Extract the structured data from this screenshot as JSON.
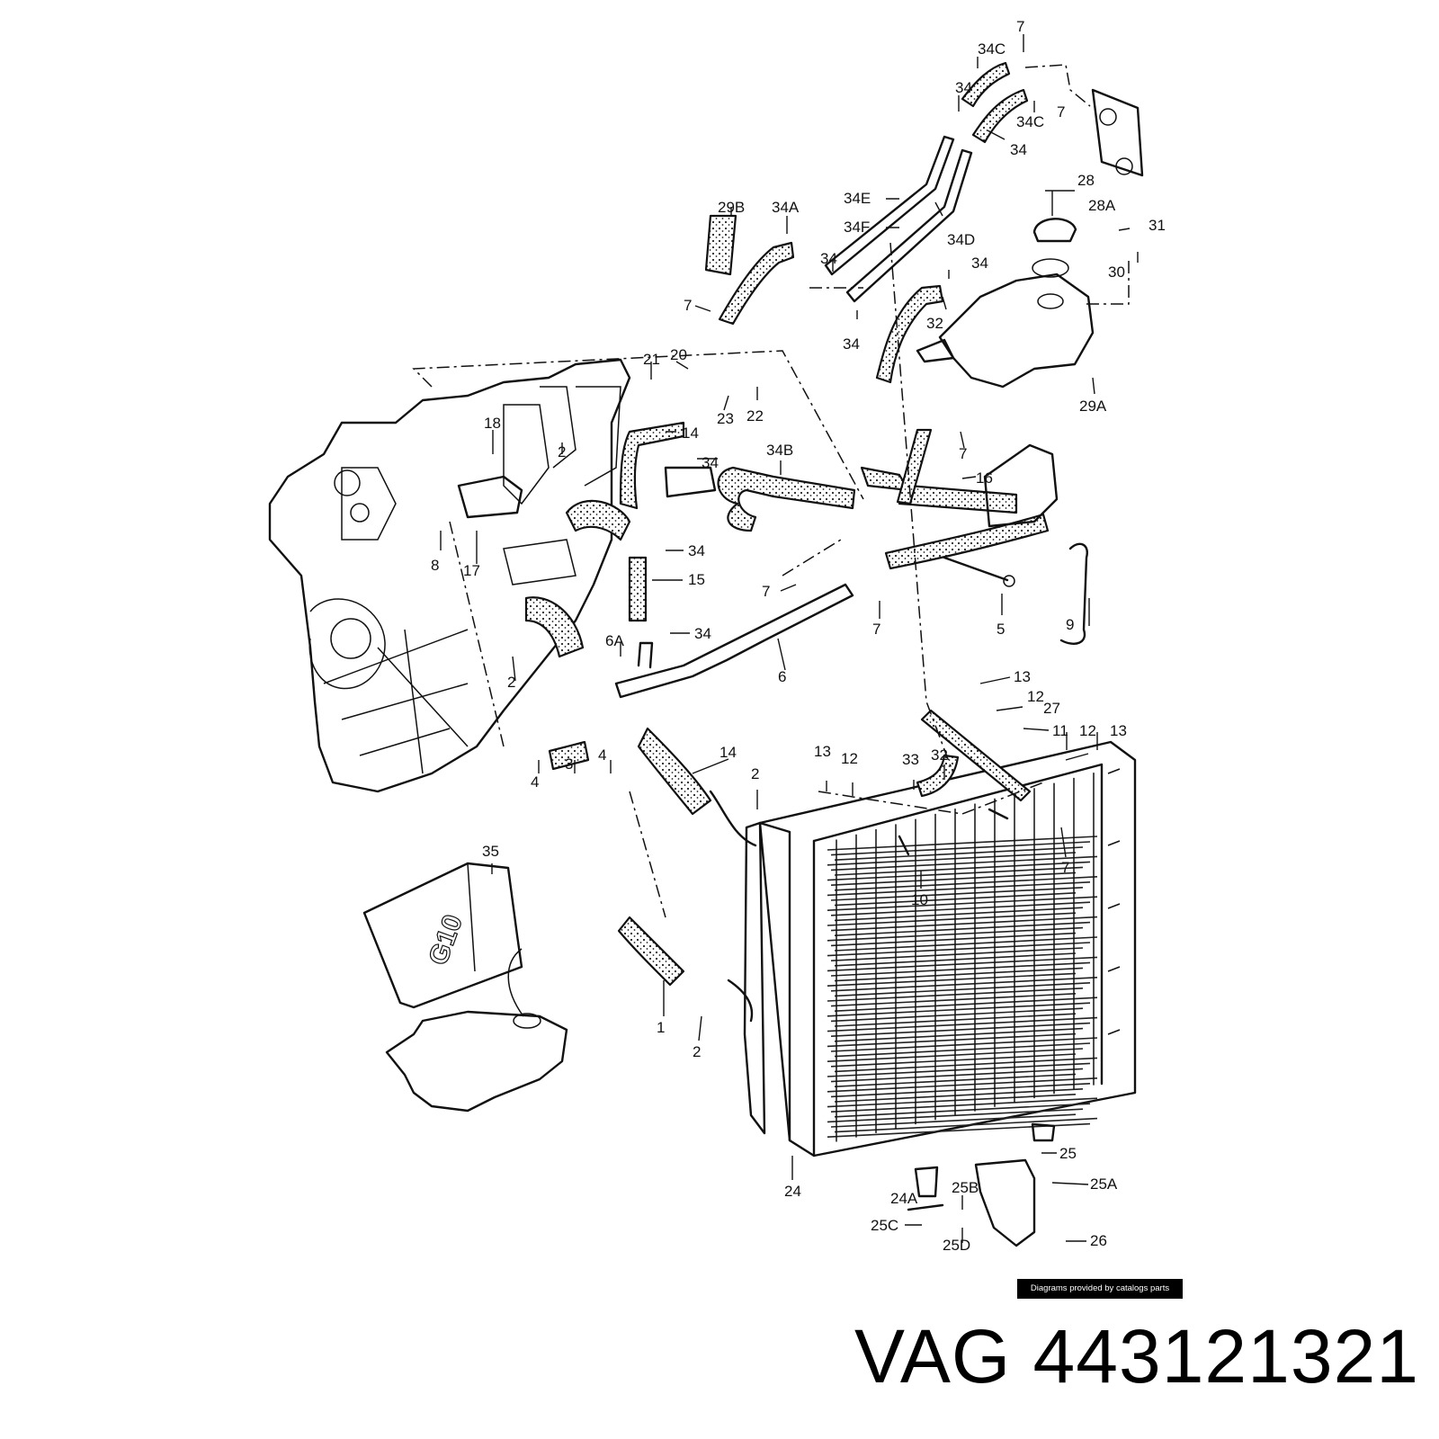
{
  "callouts": [
    "7",
    "34C",
    "34",
    "7",
    "34C",
    "34",
    "28",
    "28A",
    "31",
    "34E",
    "34F",
    "34D",
    "29B",
    "34A",
    "34",
    "34",
    "30",
    "32",
    "34",
    "7",
    "21",
    "20",
    "29A",
    "22",
    "23",
    "18",
    "2",
    "14",
    "34",
    "34B",
    "7",
    "16",
    "8",
    "17",
    "34",
    "15",
    "7",
    "7",
    "5",
    "9",
    "34",
    "6A",
    "6",
    "2",
    "13",
    "12",
    "27",
    "11",
    "12",
    "13",
    "4",
    "3",
    "4",
    "14",
    "13",
    "12",
    "33",
    "32",
    "2",
    "7",
    "10",
    "35",
    "1",
    "2",
    "24",
    "25",
    "24A",
    "25B",
    "25A",
    "25C",
    "25D",
    "26"
  ],
  "drum_label": "G10",
  "credit": "Diagrams provided by catalogs parts",
  "brand": "VAG",
  "part_number": "443121321"
}
